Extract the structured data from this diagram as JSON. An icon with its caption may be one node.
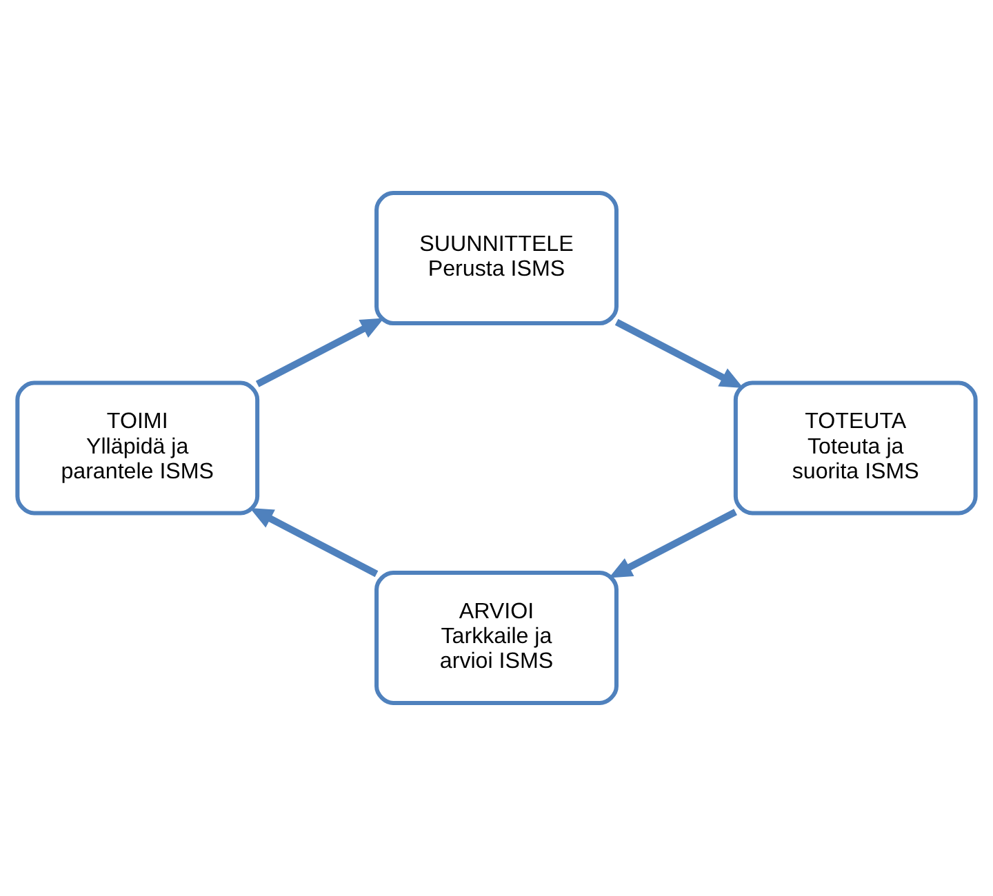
{
  "diagram": {
    "nodes": [
      {
        "text": [
          "SUUNNITTELE",
          "Perusta ISMS"
        ]
      },
      {
        "text": [
          "TOTEUTA",
          "Toteuta ja suorita ISMS"
        ]
      },
      {
        "text": [
          "ARVIOI",
          "Tarkkaile ja arvioi ISMS"
        ]
      },
      {
        "text": [
          "TOIMI",
          "Ylläpidä ja parantele ISMS"
        ]
      }
    ],
    "edges": [
      {
        "from": 0,
        "to": 1,
        "arrow": "to"
      },
      {
        "from": 1,
        "to": 2,
        "arrow": "to"
      },
      {
        "from": 2,
        "to": 3,
        "arrow": "to"
      },
      {
        "from": 3,
        "to": 0,
        "arrow": "to"
      }
    ]
  }
}
